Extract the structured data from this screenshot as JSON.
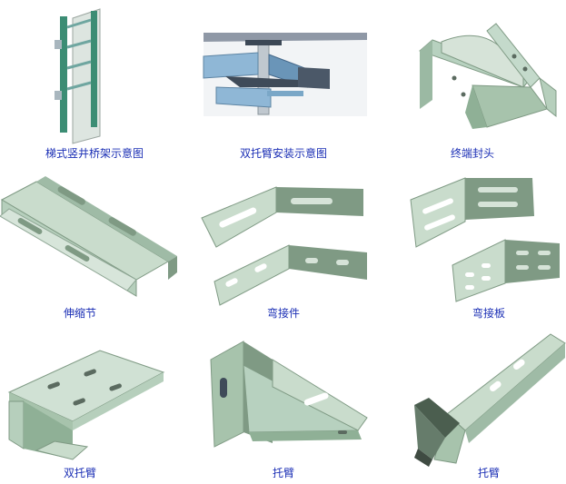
{
  "colors": {
    "caption": "#1b2fb5",
    "plate_light": "#c9dccc",
    "plate_mid": "#a7c3ac",
    "plate_dark": "#7f9a84",
    "steel_blue": "#7aa7c7",
    "steel_dark": "#3f4b59"
  },
  "products": [
    {
      "caption": "梯式竖井桥架示意图",
      "icon": "vertical-ladder-tray-icon"
    },
    {
      "caption": "双托臂安装示意图",
      "icon": "double-arm-install-icon"
    },
    {
      "caption": "终端封头",
      "icon": "end-cap-icon"
    },
    {
      "caption": "伸缩节",
      "icon": "expansion-joint-icon"
    },
    {
      "caption": "弯接件",
      "icon": "bend-connector-icon"
    },
    {
      "caption": "弯接板",
      "icon": "bend-plate-icon"
    },
    {
      "caption": "双托臂",
      "icon": "double-support-arm-icon"
    },
    {
      "caption": "托臂",
      "icon": "support-arm-icon"
    },
    {
      "caption": "托臂",
      "icon": "support-arm-icon"
    }
  ]
}
